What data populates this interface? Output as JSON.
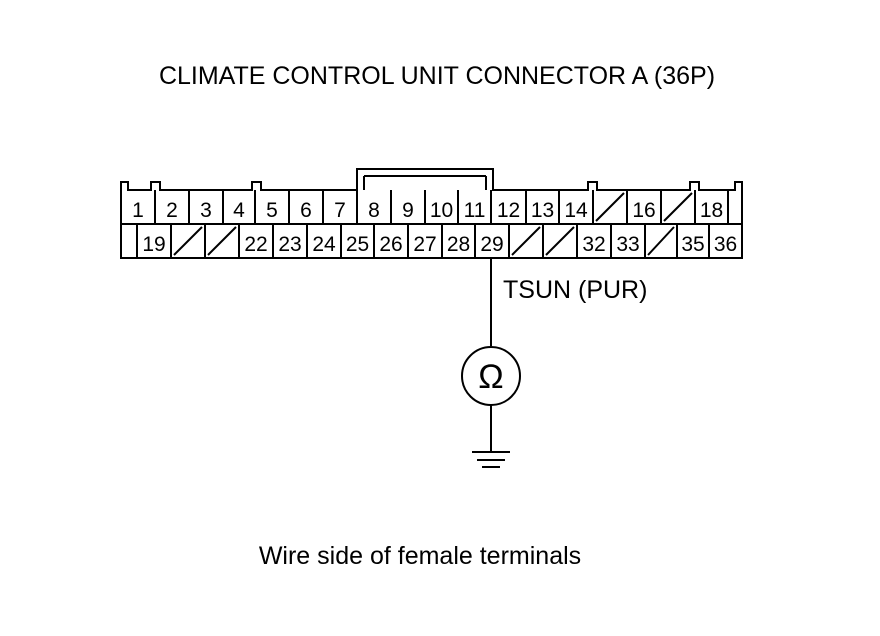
{
  "diagram": {
    "title": "CLIMATE CONTROL UNIT CONNECTOR A (36P)",
    "caption": "Wire side of female terminals",
    "wire_label": "TSUN (PUR)",
    "meter_symbol": "Ω",
    "tested_terminal": "29",
    "ground_symbol": "ground-icon",
    "top_row": [
      "1",
      "2",
      "3",
      "4",
      "5",
      "6",
      "7",
      "8",
      "9",
      "10",
      "11",
      "12",
      "13",
      "14",
      "",
      "16",
      "",
      "18",
      ""
    ],
    "bottom_row": [
      "",
      "19",
      "",
      "",
      "22",
      "23",
      "24",
      "25",
      "26",
      "27",
      "28",
      "29",
      "",
      "",
      "32",
      "33",
      "",
      "35",
      "36"
    ]
  }
}
